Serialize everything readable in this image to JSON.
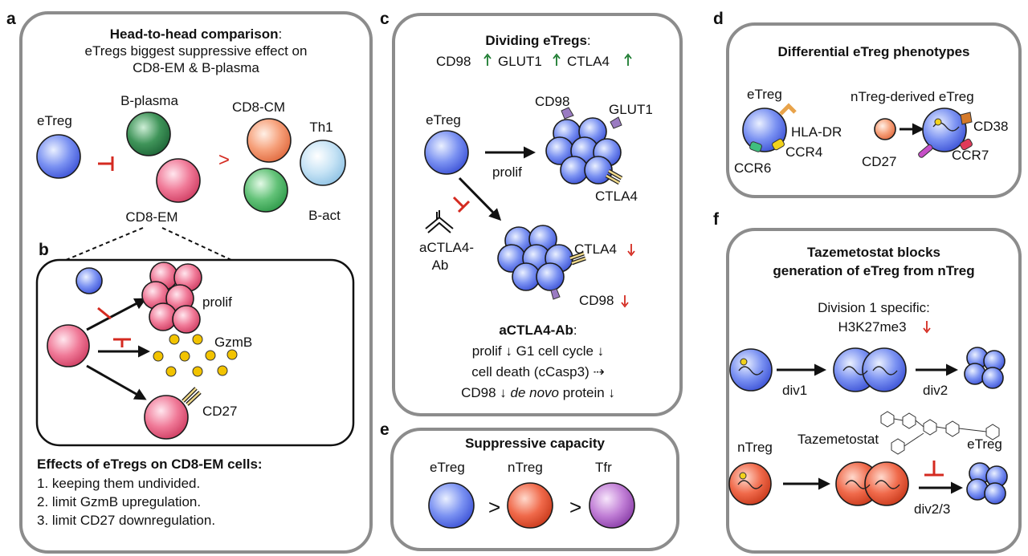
{
  "panels": {
    "a": {
      "letter": "a",
      "title_bold": "Head-to-head comparison",
      "title_rest": ":",
      "subtitle_1": "eTregs biggest suppressive effect on",
      "subtitle_2": "CD8-EM & B-plasma",
      "etreg": "eTreg",
      "b_plasma": "B-plasma",
      "cd8_cm": "CD8-CM",
      "th1": "Th1",
      "b_act": "B-act",
      "cd8_em": "CD8-EM",
      "gt": ">"
    },
    "b": {
      "letter": "b",
      "prolif": "prolif",
      "gzmb": "GzmB",
      "cd27": "CD27",
      "effects_title": "Effects of eTregs on CD8-EM cells",
      "effects_colon": ":",
      "effects": [
        "1. keeping them undivided.",
        "2. limit GzmB upregulation.",
        "3. limit CD27 downregulation."
      ]
    },
    "c": {
      "letter": "c",
      "title": "Dividing eTregs",
      "title_colon": ":",
      "m1": "CD98",
      "m2": "GLUT1",
      "m3": "CTLA4",
      "etreg": "eTreg",
      "prolif": "prolif",
      "cd98": "CD98",
      "glut1": "GLUT1",
      "ctla4": "CTLA4",
      "ab_1": "aCTLA4-",
      "ab_2": "Ab",
      "ctla4_down": "CTLA4",
      "cd98_down": "CD98",
      "ab_title": "aCTLA4-Ab",
      "ab_title_colon": ":",
      "ab_line1": "prolif ↓ G1 cell cycle ↓",
      "ab_line2": "cell death (cCasp3) ⇢",
      "ab_line3a": "CD98 ↓ ",
      "ab_line3b": "de novo",
      "ab_line3c": " protein ↓"
    },
    "d": {
      "letter": "d",
      "title": "Differential eTreg phenotypes",
      "etreg": "eTreg",
      "hla_dr": "HLA-DR",
      "ccr4": "CCR4",
      "ccr6": "CCR6",
      "ntreg_derived": "nTreg-derived eTreg",
      "cd38": "CD38",
      "ccr7": "CCR7",
      "cd27": "CD27"
    },
    "e": {
      "letter": "e",
      "title": "Suppressive capacity",
      "etreg": "eTreg",
      "ntreg": "nTreg",
      "tfr": "Tfr",
      "gt": ">"
    },
    "f": {
      "letter": "f",
      "title_1": "Tazemetostat blocks",
      "title_2": "generation of eTreg from nTreg",
      "division_note": "Division 1 specific:",
      "h3k27me3": "H3K27me3",
      "div1": "div1",
      "div2": "div2",
      "ntreg": "nTreg",
      "tazemetostat": "Tazemetostat",
      "div2_3": "div2/3",
      "etreg": "eTreg"
    }
  },
  "colors": {
    "etreg": "#6f86f0",
    "cd8_em": "#f07a98",
    "b_plasma": "#3f9459",
    "cd8_cm": "#f6a07a",
    "th1": "#63c278",
    "b_act": "#c6e3f5",
    "ntreg": "#f06a4b",
    "tfr": "#c17fd6",
    "inhibit": "#d42a20",
    "up_arrow": "#1a7a2e",
    "gzmb": "#f2c300",
    "panel_border": "#8c8c8c"
  }
}
